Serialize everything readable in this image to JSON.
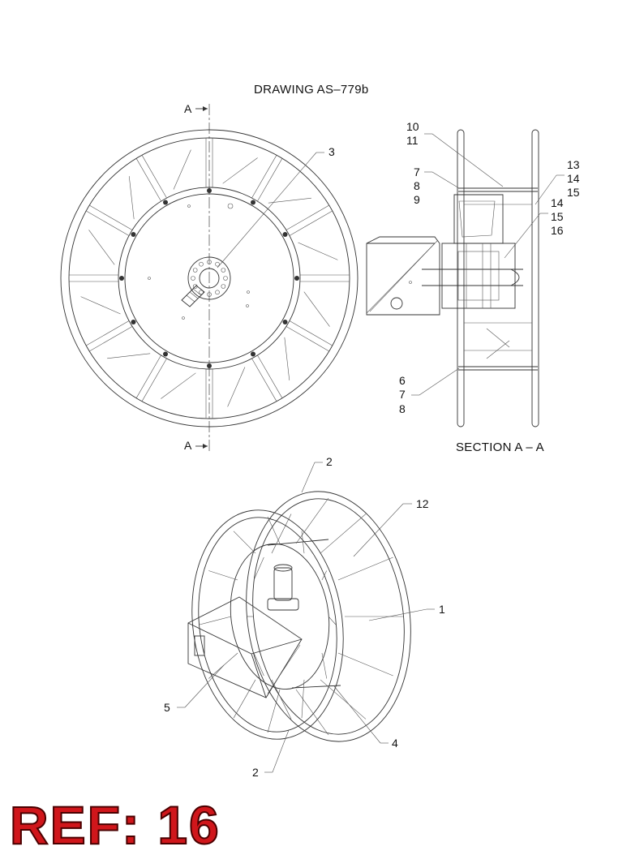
{
  "drawing_title": "DRAWING  AS–779b",
  "section_title": "SECTION  A – A",
  "section_marker": "A",
  "callouts": {
    "front": [
      "3"
    ],
    "section": [
      [
        "10",
        "11"
      ],
      [
        "7",
        "8",
        "9"
      ],
      [
        "13",
        "14",
        "15"
      ],
      [
        "14",
        "15",
        "16"
      ],
      [
        "6",
        "7",
        "8"
      ]
    ],
    "iso": [
      "2",
      "12",
      "1",
      "5",
      "4",
      "2"
    ]
  },
  "ref_badge": "REF: 16",
  "colors": {
    "line": "#333333",
    "badge_fill": "#d0161b",
    "badge_outline": "#4a0000"
  }
}
